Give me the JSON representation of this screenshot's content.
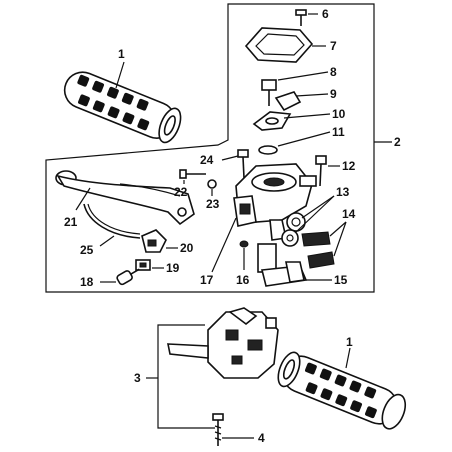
{
  "labels": {
    "n1": "1",
    "n2": "2",
    "n3": "3",
    "n4": "4",
    "n6": "6",
    "n7": "7",
    "n8": "8",
    "n9": "9",
    "n10": "10",
    "n11": "11",
    "n12": "12",
    "n13": "13",
    "n14": "14",
    "n15": "15",
    "n16": "16",
    "n17": "17",
    "n18": "18",
    "n19": "19",
    "n20": "20",
    "n21": "21",
    "n22": "22",
    "n23": "23",
    "n24": "24",
    "n25": "25"
  }
}
